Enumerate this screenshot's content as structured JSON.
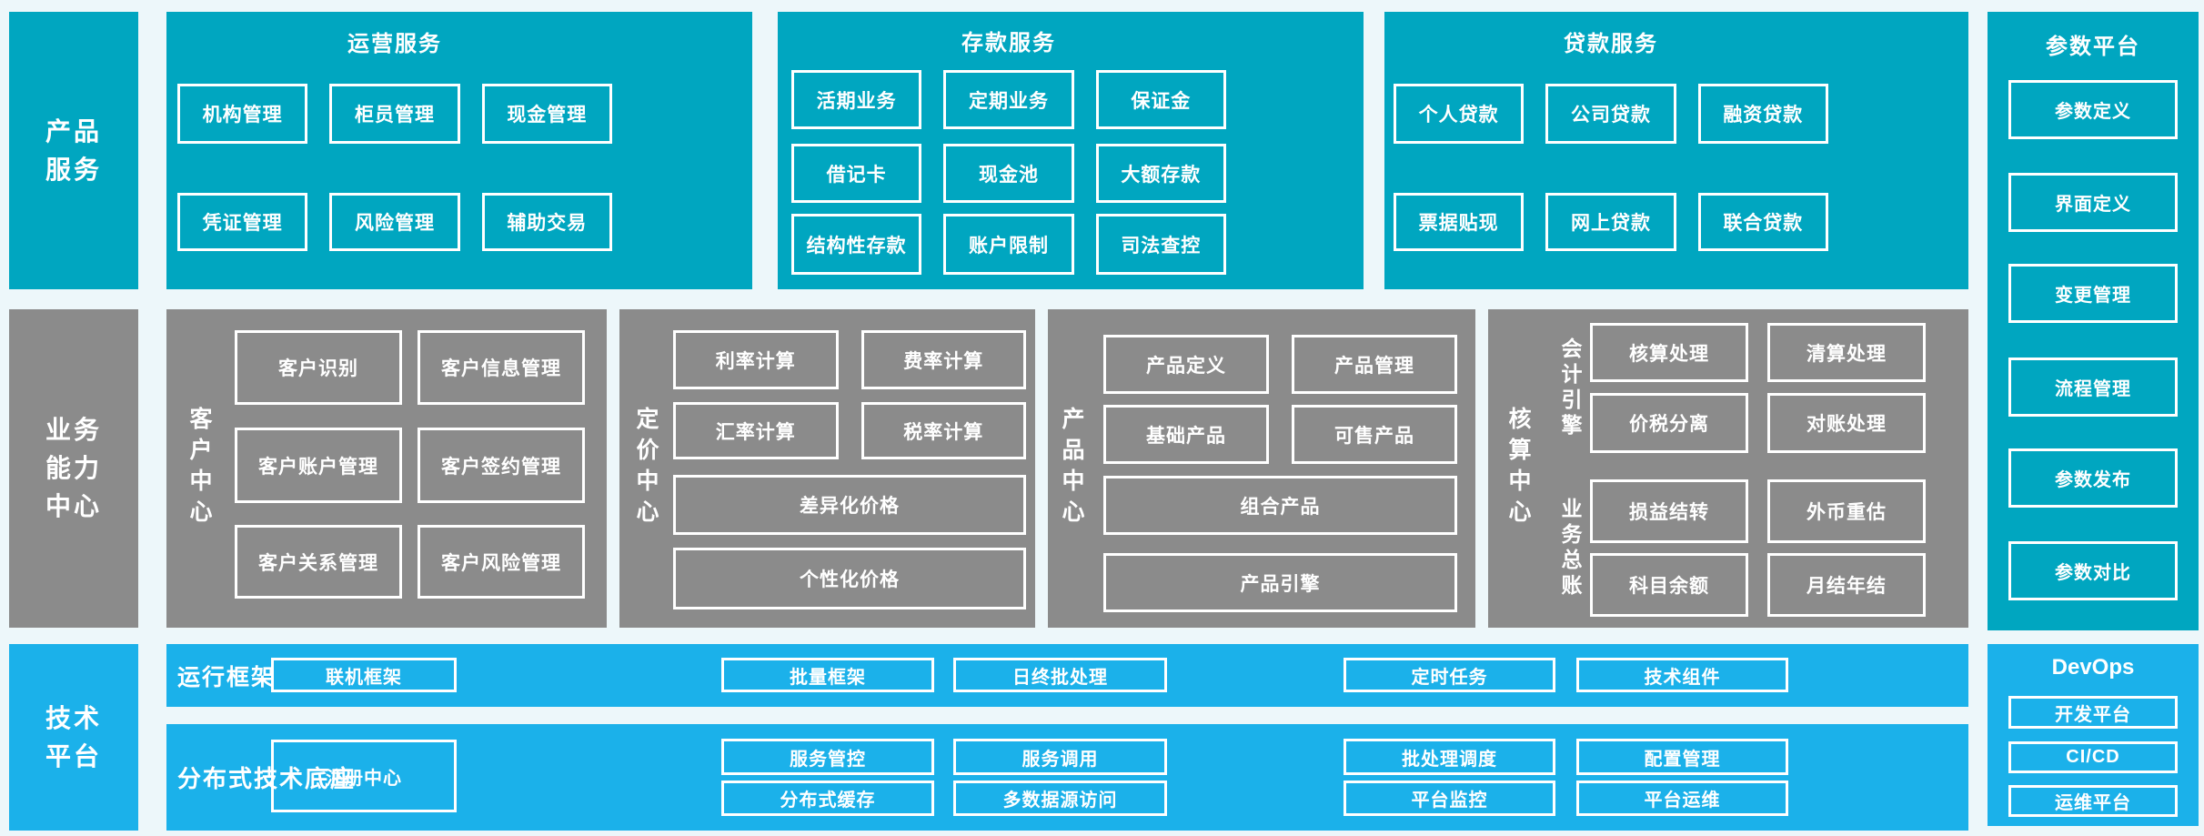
{
  "colors": {
    "teal": "#00a6c0",
    "gray": "#8b8b8b",
    "blue": "#1bb1ea",
    "background": "#edf7fa",
    "box_border": "#ffffff",
    "text": "#ffffff"
  },
  "sidebars": {
    "product": {
      "line1": "产品",
      "line2": "服务"
    },
    "business": {
      "line1": "业务",
      "line2": "能力",
      "line3": "中心"
    },
    "tech": {
      "line1": "技术",
      "line2": "平台"
    }
  },
  "top_sections": [
    {
      "title": "运营服务",
      "boxes": [
        "机构管理",
        "柜员管理",
        "现金管理",
        "凭证管理",
        "风险管理",
        "辅助交易"
      ]
    },
    {
      "title": "存款服务",
      "boxes": [
        "活期业务",
        "定期业务",
        "保证金",
        "借记卡",
        "现金池",
        "大额存款",
        "结构性存款",
        "账户限制",
        "司法查控"
      ]
    },
    {
      "title": "贷款服务",
      "boxes": [
        "个人贷款",
        "公司贷款",
        "融资贷款",
        "票据贴现",
        "网上贷款",
        "联合贷款"
      ]
    }
  ],
  "param_platform": {
    "title": "参数平台",
    "boxes": [
      "参数定义",
      "界面定义",
      "变更管理",
      "流程管理",
      "参数发布",
      "参数对比"
    ]
  },
  "middle_sections": {
    "customer": {
      "label": "客户中心",
      "boxes": [
        "客户识别",
        "客户信息管理",
        "客户账户管理",
        "客户签约管理",
        "客户关系管理",
        "客户风险管理"
      ]
    },
    "pricing": {
      "label": "定价中心",
      "boxes": [
        "利率计算",
        "费率计算",
        "汇率计算",
        "税率计算",
        "差异化价格",
        "个性化价格"
      ]
    },
    "product": {
      "label": "产品中心",
      "boxes": [
        "产品定义",
        "产品管理",
        "基础产品",
        "可售产品",
        "组合产品",
        "产品引擎"
      ]
    },
    "accounting": {
      "label": "核算中心",
      "group1": {
        "label": "会计引擎",
        "boxes": [
          "核算处理",
          "清算处理",
          "价税分离",
          "对账处理"
        ]
      },
      "group2": {
        "label": "业务总账",
        "boxes": [
          "损益结转",
          "外币重估",
          "科目余额",
          "月结年结"
        ]
      }
    }
  },
  "bottom": {
    "runtime": {
      "label": "运行框架",
      "boxes": [
        "联机框架",
        "批量框架",
        "日终批处理",
        "定时任务",
        "技术组件"
      ]
    },
    "distributed": {
      "label": "分布式技术底座",
      "registry": "注册中心",
      "boxes": [
        "服务管控",
        "服务调用",
        "批处理调度",
        "配置管理",
        "分布式缓存",
        "多数据源访问",
        "平台监控",
        "平台运维"
      ]
    },
    "devops": {
      "title": "DevOps",
      "boxes": [
        "开发平台",
        "CI/CD",
        "运维平台"
      ]
    }
  }
}
